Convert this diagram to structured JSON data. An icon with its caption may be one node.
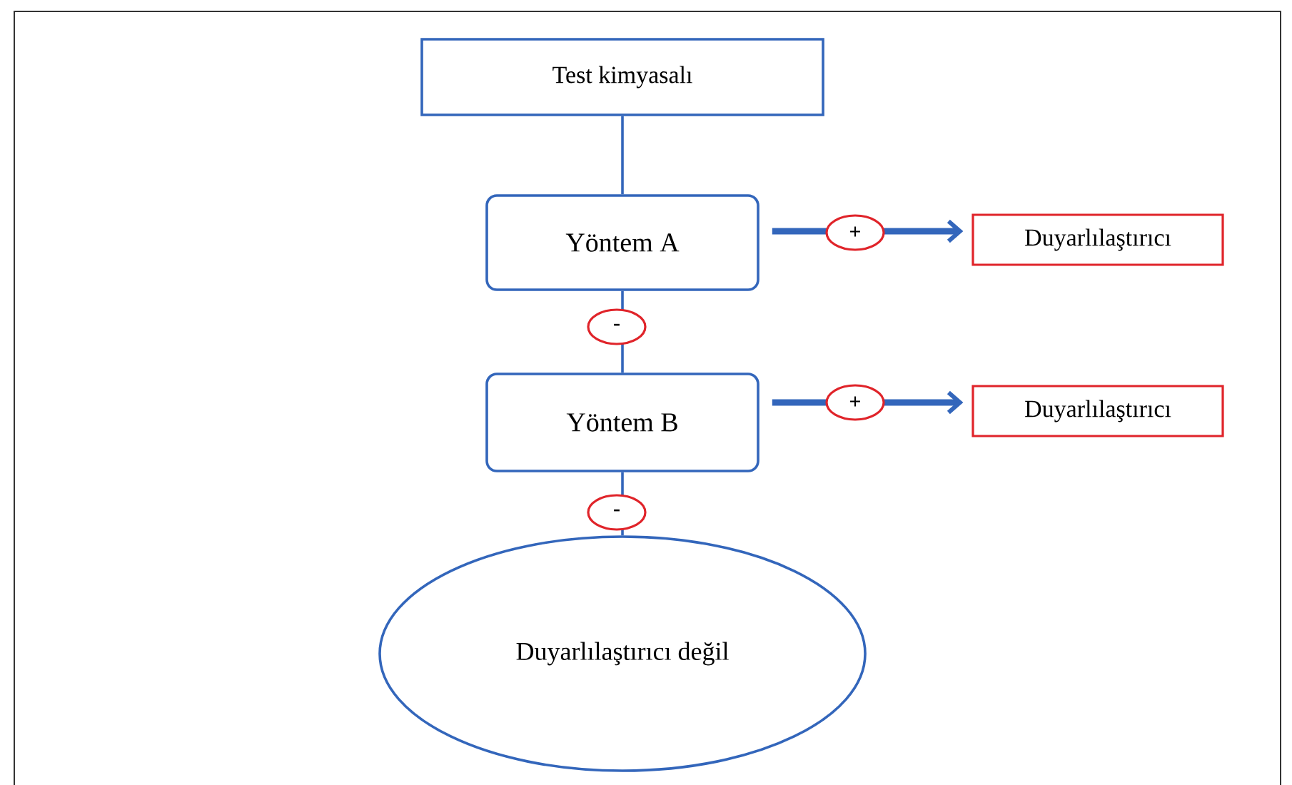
{
  "diagram": {
    "nodes": [
      {
        "text": [
          "Test kimyasalı"
        ]
      },
      {
        "text": [
          "Yöntem A"
        ]
      },
      {
        "text": [
          "Duyarlılaştırıcı"
        ]
      },
      {
        "text": [
          "Yöntem B"
        ]
      },
      {
        "text": [
          "Duyarlılaştırıcı"
        ]
      },
      {
        "text": [
          "Duyarlılaştırıcı değil"
        ]
      }
    ],
    "edges": [
      {
        "from": 0,
        "to": 1,
        "arrow": "none"
      },
      {
        "from": 1,
        "to": 2,
        "arrow": "to",
        "label": "+",
        "style": "thick"
      },
      {
        "from": 1,
        "to": 3,
        "arrow": "none",
        "label": "-"
      },
      {
        "from": 3,
        "to": 4,
        "arrow": "to",
        "label": "+",
        "style": "thick"
      },
      {
        "from": 3,
        "to": 5,
        "arrow": "none",
        "label": "-"
      }
    ]
  }
}
